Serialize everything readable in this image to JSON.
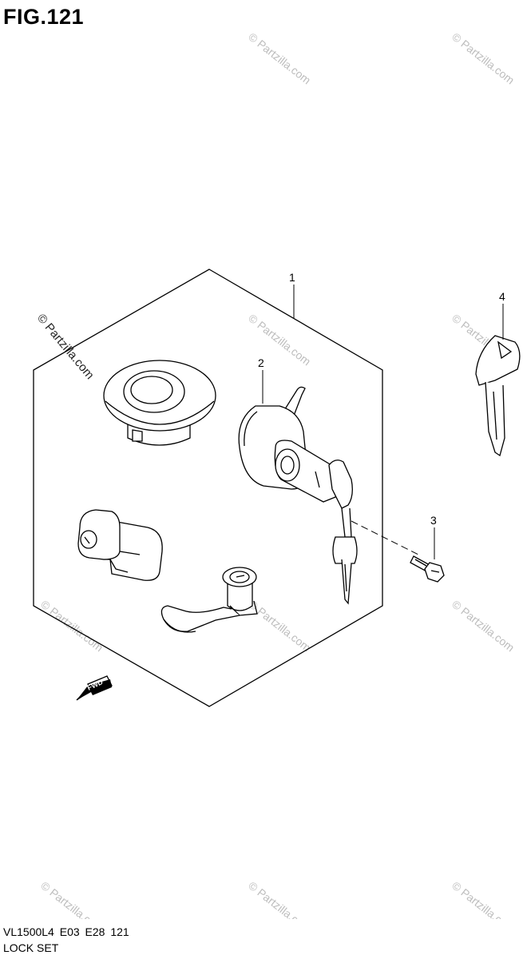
{
  "figure": {
    "title": "FIG.121"
  },
  "callouts": [
    {
      "number": "1"
    },
    {
      "number": "2"
    },
    {
      "number": "3"
    },
    {
      "number": "4"
    }
  ],
  "fwd_label": "FWD",
  "watermark": "© Partzilla.com",
  "footer": {
    "code": "VL1500L4 E03 E28 121",
    "name": "LOCK SET"
  }
}
